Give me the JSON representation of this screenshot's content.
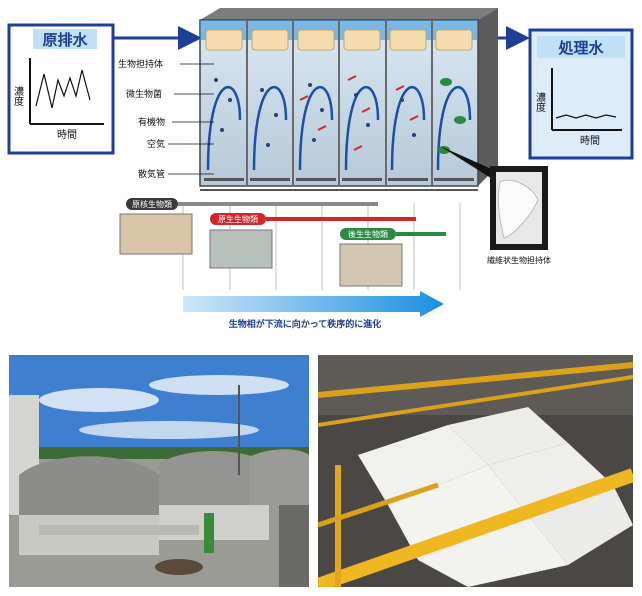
{
  "influent": {
    "title": "原排水",
    "ylabel": "濃度",
    "xlabel": "時間"
  },
  "effluent": {
    "title": "処理水",
    "ylabel": "濃度",
    "xlabel": "時間"
  },
  "tank_labels": [
    "生物担持体",
    "微生物菌",
    "有機物",
    "空気",
    "散気管"
  ],
  "organisms": [
    {
      "label": "原核生物類"
    },
    {
      "label": "原生生物類"
    },
    {
      "label": "後生生物類"
    }
  ],
  "fiber_label": "繊維状生物担持体",
  "progress_caption": "生物相が下流に向かって秩序的に進化",
  "colors": {
    "frame": "#1e3f95",
    "panel": "#dcecf8",
    "arrow": "#1e73c8",
    "red": "#d2262b",
    "green": "#2a8a43",
    "gray": "#888888"
  }
}
